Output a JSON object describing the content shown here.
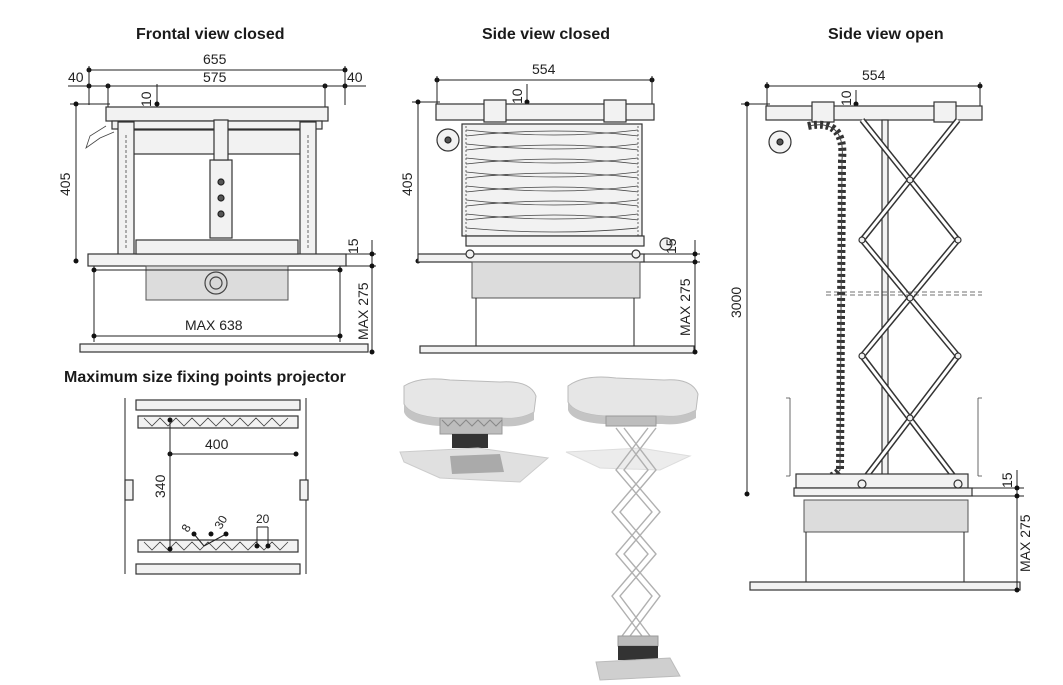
{
  "titles": {
    "frontal_closed": "Frontal view closed",
    "side_closed": "Side view closed",
    "side_open": "Side view open",
    "fixing_points": "Maximum size fixing points projector"
  },
  "frontal": {
    "overall_width": "655",
    "inner_width": "575",
    "left_offset": "40",
    "right_offset": "40",
    "top_gap": "10",
    "height": "405",
    "bottom_gap": "15",
    "projector_max_height": "MAX 275",
    "projector_max_width": "MAX 638"
  },
  "side_closed": {
    "width": "554",
    "top_gap": "10",
    "height": "405",
    "bottom_gap": "15",
    "projector_max_height": "MAX 275"
  },
  "side_open": {
    "width": "554",
    "top_gap": "10",
    "height": "3000",
    "bottom_gap": "15",
    "projector_max_height": "MAX 275"
  },
  "fixing": {
    "width": "400",
    "height": "340",
    "slot_a": "8",
    "slot_b": "30",
    "slot_c": "20"
  },
  "colors": {
    "line": "#222222",
    "panel": "#dcdcdc",
    "render_gray": "#c8c8c8"
  }
}
